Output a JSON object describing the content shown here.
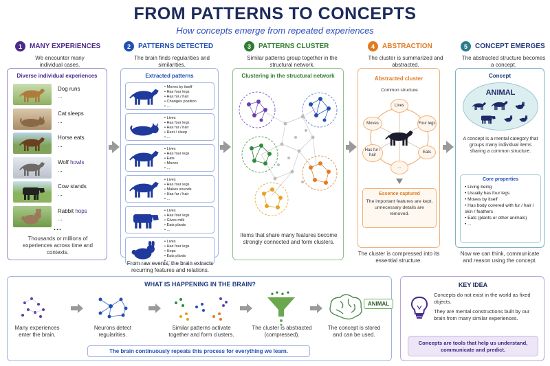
{
  "title": "FROM PATTERNS TO CONCEPTS",
  "subtitle": "How concepts emerge from repeated experiences",
  "steps": [
    {
      "num": "1",
      "title": "MANY EXPERIENCES",
      "desc": "We encounter many individual cases.",
      "color": "#4b2a8c"
    },
    {
      "num": "2",
      "title": "PATTERNS DETECTED",
      "desc": "The brain finds regularities and similarities.",
      "color": "#1f4fb3"
    },
    {
      "num": "3",
      "title": "PATTERNS CLUSTER",
      "desc": "Similar patterns group together in the structural network.",
      "color": "#2e7d32"
    },
    {
      "num": "4",
      "title": "ABSTRACTION",
      "desc": "The cluster is summarized and abstracted.",
      "color": "#e07b22"
    },
    {
      "num": "5",
      "title": "CONCEPT EMERGES",
      "desc": "The abstracted structure becomes a concept.",
      "color": "#2a7d8f"
    }
  ],
  "panel1": {
    "title": "Diverse individual experiences",
    "rows": [
      {
        "plain": "Dog runs",
        "accent": ""
      },
      {
        "plain": "Cat sleeps",
        "accent": ""
      },
      {
        "plain": "Horse eats",
        "accent": ""
      },
      {
        "plain": "Wolf ",
        "accent": "howls"
      },
      {
        "plain": "Cow stands",
        "accent": ""
      },
      {
        "plain": "Rabbit ",
        "accent": "hops"
      }
    ],
    "ellipsis": "...",
    "more": "...",
    "footer": "Thousands or millions of experiences across time and contexts."
  },
  "panel2": {
    "title": "Extracted patterns",
    "groups": [
      [
        "Moves by itself",
        "Has four legs",
        "Has fur / hair",
        "Changes position",
        "..."
      ],
      [
        "Lives",
        "Has four legs",
        "Has fur / hair",
        "Rest / sleep",
        "..."
      ],
      [
        "Lives",
        "Has four legs",
        "Eats",
        "Moves",
        "..."
      ],
      [
        "Lives",
        "Has four legs",
        "Makes sounds",
        "Has fur / hair",
        "..."
      ],
      [
        "Lives",
        "Has four legs",
        "Gives milk",
        "Eats plants",
        "..."
      ],
      [
        "Lives",
        "Has four legs",
        "Hops",
        "Eats plants",
        "..."
      ]
    ],
    "footer": "From raw events, the brain extracts recurring features and relations."
  },
  "panel3": {
    "title": "Clustering in the structural network",
    "footer": "Items that share many features become strongly connected and form clusters."
  },
  "panel4": {
    "title": "Abstracted cluster",
    "structure_label": "Common structure",
    "nodes": [
      "Lives",
      "Four legs",
      "Eats",
      "...",
      "Has fur / hair",
      "Moves"
    ],
    "essence_title": "Essence captured",
    "essence_text": "The important features are kept, unnecessary details are removed.",
    "footer": "The cluster is compressed into its essential structure."
  },
  "panel5": {
    "title": "Concept",
    "concept_word": "ANIMAL",
    "desc": "A concept is a mental category that groups many individual items sharing a common structure.",
    "core_title": "Core properties",
    "core": [
      "Living being",
      "Usually has four legs",
      "Moves by itself",
      "Has body covered with fur / hair / skin / feathers",
      "Eats (plants or other animals)",
      "..."
    ],
    "footer": "Now we can think, communicate and reason using the concept."
  },
  "brain": {
    "title": "WHAT IS HAPPENING IN THE BRAIN?",
    "steps": [
      "Many experiences enter the brain.",
      "Neurons detect regularities.",
      "Similar patterns activate together and form clusters.",
      "The cluster is abstracted (compressed).",
      "The concept is stored and can be used."
    ],
    "animal_tag": "ANIMAL",
    "banner": "The brain continuously repeats this process for everything we learn."
  },
  "key_idea": {
    "title": "KEY IDEA",
    "p1": "Concepts do not exist in the world as fixed objects.",
    "p2": "They are mental constructions built by our brain from many similar experiences.",
    "banner": "Concepts are tools that help us understand, communicate and predict."
  },
  "colors": {
    "purple": "#4b2a8c",
    "blue": "#1f4fb3",
    "green": "#2e7d32",
    "orange": "#e07b22",
    "teal": "#2a7d8f",
    "animal_navy": "#1c2a66"
  }
}
